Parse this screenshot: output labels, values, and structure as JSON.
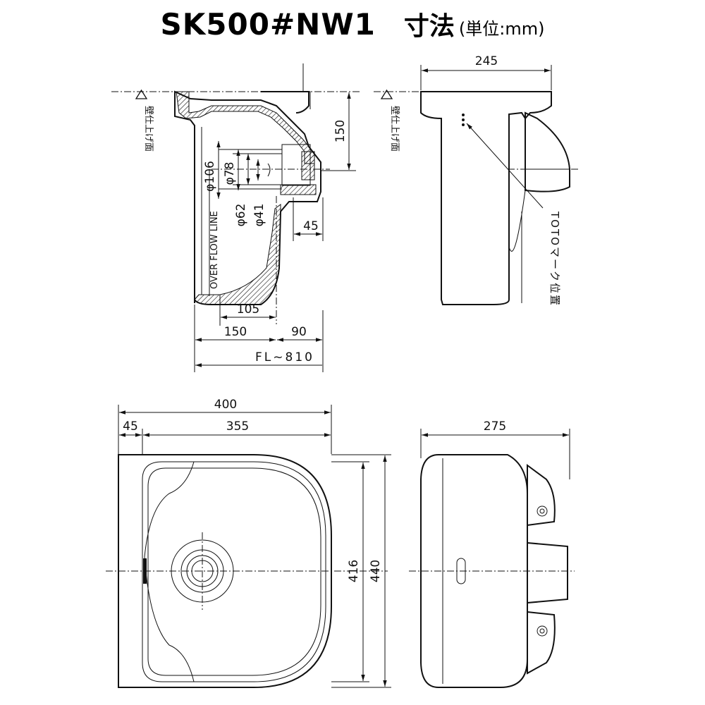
{
  "title": {
    "code": "SK500#NW1",
    "dimension_word": "寸法",
    "unit": "(単位:mm)"
  },
  "side_section": {
    "wall_label": "壁仕上げ面",
    "overflow_label": "OVER FLOW LINE",
    "dims": {
      "d150": "150",
      "phi106": "φ106",
      "phi78": "φ78",
      "phi62": "φ62",
      "phi41": "φ41",
      "d45": "45",
      "d105": "105",
      "d150b": "150",
      "d90": "90",
      "fl": "FL~810"
    }
  },
  "side_view": {
    "wall_label": "壁仕上げ面",
    "mark_label": "TOTOマーク位置",
    "dims": {
      "d245": "245"
    }
  },
  "plan_view": {
    "dims": {
      "d400": "400",
      "d45": "45",
      "d355": "355",
      "d416": "416",
      "d440": "440"
    }
  },
  "rear_view": {
    "dims": {
      "d275": "275"
    }
  }
}
